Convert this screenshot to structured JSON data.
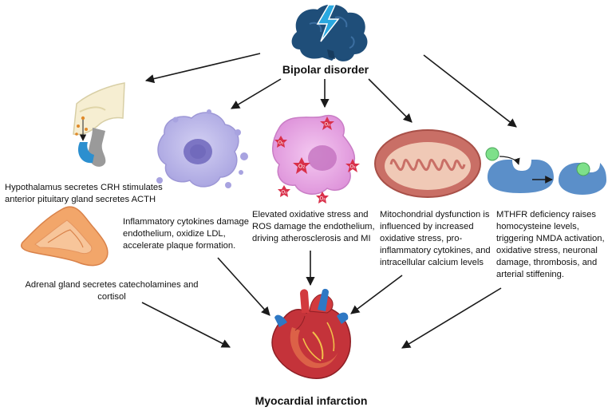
{
  "diagram": {
    "top_title": "Bipolar disorder",
    "bottom_title": "Myocardial infarction",
    "pathways": {
      "hpa": "Hypothalamus secretes CRH stimulates anterior pituitary gland secretes ACTH",
      "adrenal": "Adrenal gland secretes catecholamines and cortisol",
      "inflammation": "Inflammatory cytokines damage endothelium, oxidize LDL, accelerate plaque formation.",
      "oxidative": "Elevated oxidative stress and ROS damage the endothelium, driving atherosclerosis and MI",
      "mitochondria": "Mitochondrial dysfunction is influenced by increased oxidative stress, pro-inflammatory cytokines, and intracellular calcium levels",
      "mthfr": "MTHFR deficiency raises homocysteine levels, triggering NMDA activation, oxidative stress, neuronal damage, thrombosis, and arterial stiffening."
    },
    "ros_label": "O₂",
    "colors": {
      "arrow": "#1a1a1a",
      "brain": "#1f4e79",
      "lightning": "#29a8e0",
      "macrophage": "#b7b3e8",
      "cell": "#e7a8e3",
      "ros_star": "#d9304a",
      "mitochondria": "#c96f66",
      "receptor": "#5b8fc9",
      "ligand": "#7ee08a",
      "heart": "#c4333a",
      "adrenal": "#f2a66a"
    }
  }
}
